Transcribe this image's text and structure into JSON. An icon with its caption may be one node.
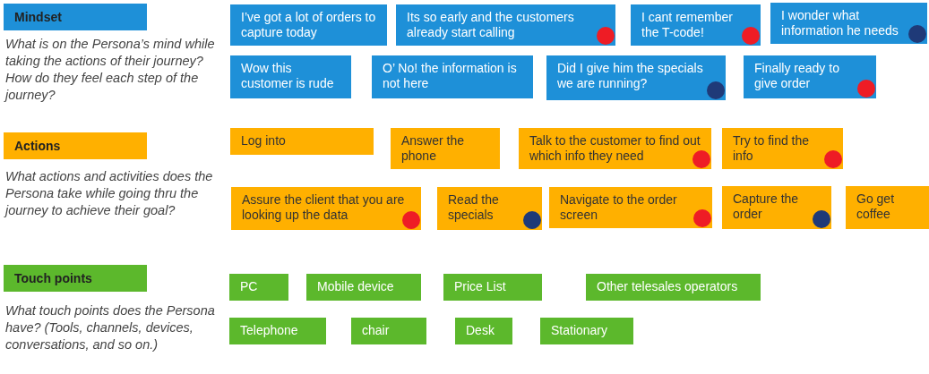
{
  "diagram": {
    "nodes": [
      {
        "text": [
          "Mindset"
        ],
        "beside": [
          "What is on the Persona’s mind while taking the actions of their journey? How do they feel each step of the journey?"
        ]
      },
      {
        "text": [
          "I’ve got a lot of orders to capture today"
        ]
      },
      {
        "text": [
          "Its so early and the customers already start calling"
        ]
      },
      {
        "text": [
          "I cant remember the T-code!"
        ]
      },
      {
        "text": [
          "I wonder what information he needs"
        ]
      },
      {
        "text": [
          "Wow this customer is rude"
        ]
      },
      {
        "text": [
          "O’ No! the information is not here"
        ]
      },
      {
        "text": [
          "Did I give him the specials we are running?"
        ]
      },
      {
        "text": [
          "Finally ready to give order"
        ]
      },
      {
        "text": [
          "Actions"
        ],
        "beside": [
          "What actions and activities does the Persona take while going thru the journey to achieve their goal?"
        ]
      },
      {
        "text": [
          "Log into"
        ]
      },
      {
        "text": [
          "Answer the phone"
        ]
      },
      {
        "text": [
          "Talk to the customer to find out which info they need"
        ]
      },
      {
        "text": [
          "Try to find the info"
        ]
      },
      {
        "text": [
          "Assure the client that you are looking up the data"
        ]
      },
      {
        "text": [
          "Read the specials"
        ]
      },
      {
        "text": [
          "Navigate to the order screen"
        ]
      },
      {
        "text": [
          "Capture the order"
        ]
      },
      {
        "text": [
          "Go get coffee"
        ]
      },
      {
        "text": [
          "Touch points"
        ],
        "beside": [
          "What touch points does the Persona have? (Tools, channels, devices, conversations, and so on.)"
        ]
      },
      {
        "text": [
          "PC"
        ]
      },
      {
        "text": [
          "Mobile device"
        ]
      },
      {
        "text": [
          "Price List"
        ]
      },
      {
        "text": [
          "Other telesales operators"
        ]
      },
      {
        "text": [
          "Telephone"
        ]
      },
      {
        "text": [
          "chair"
        ]
      },
      {
        "text": [
          "Desk"
        ]
      },
      {
        "text": [
          "Stationary"
        ]
      },
      {
        "text": [],
        "shape": "circle",
        "in": 2
      },
      {
        "text": [],
        "shape": "circle",
        "in": 3
      },
      {
        "text": [],
        "shape": "circle",
        "in": 4
      },
      {
        "text": [],
        "shape": "circle",
        "in": 7
      },
      {
        "text": [],
        "shape": "circle",
        "in": 8
      },
      {
        "text": [],
        "shape": "circle",
        "in": 12
      },
      {
        "text": [],
        "shape": "circle",
        "in": 13
      },
      {
        "text": [],
        "shape": "circle",
        "in": 14
      },
      {
        "text": [],
        "shape": "circle",
        "in": 15
      },
      {
        "text": [],
        "shape": "circle",
        "in": 16
      },
      {
        "text": [],
        "shape": "circle",
        "in": 17
      }
    ]
  }
}
